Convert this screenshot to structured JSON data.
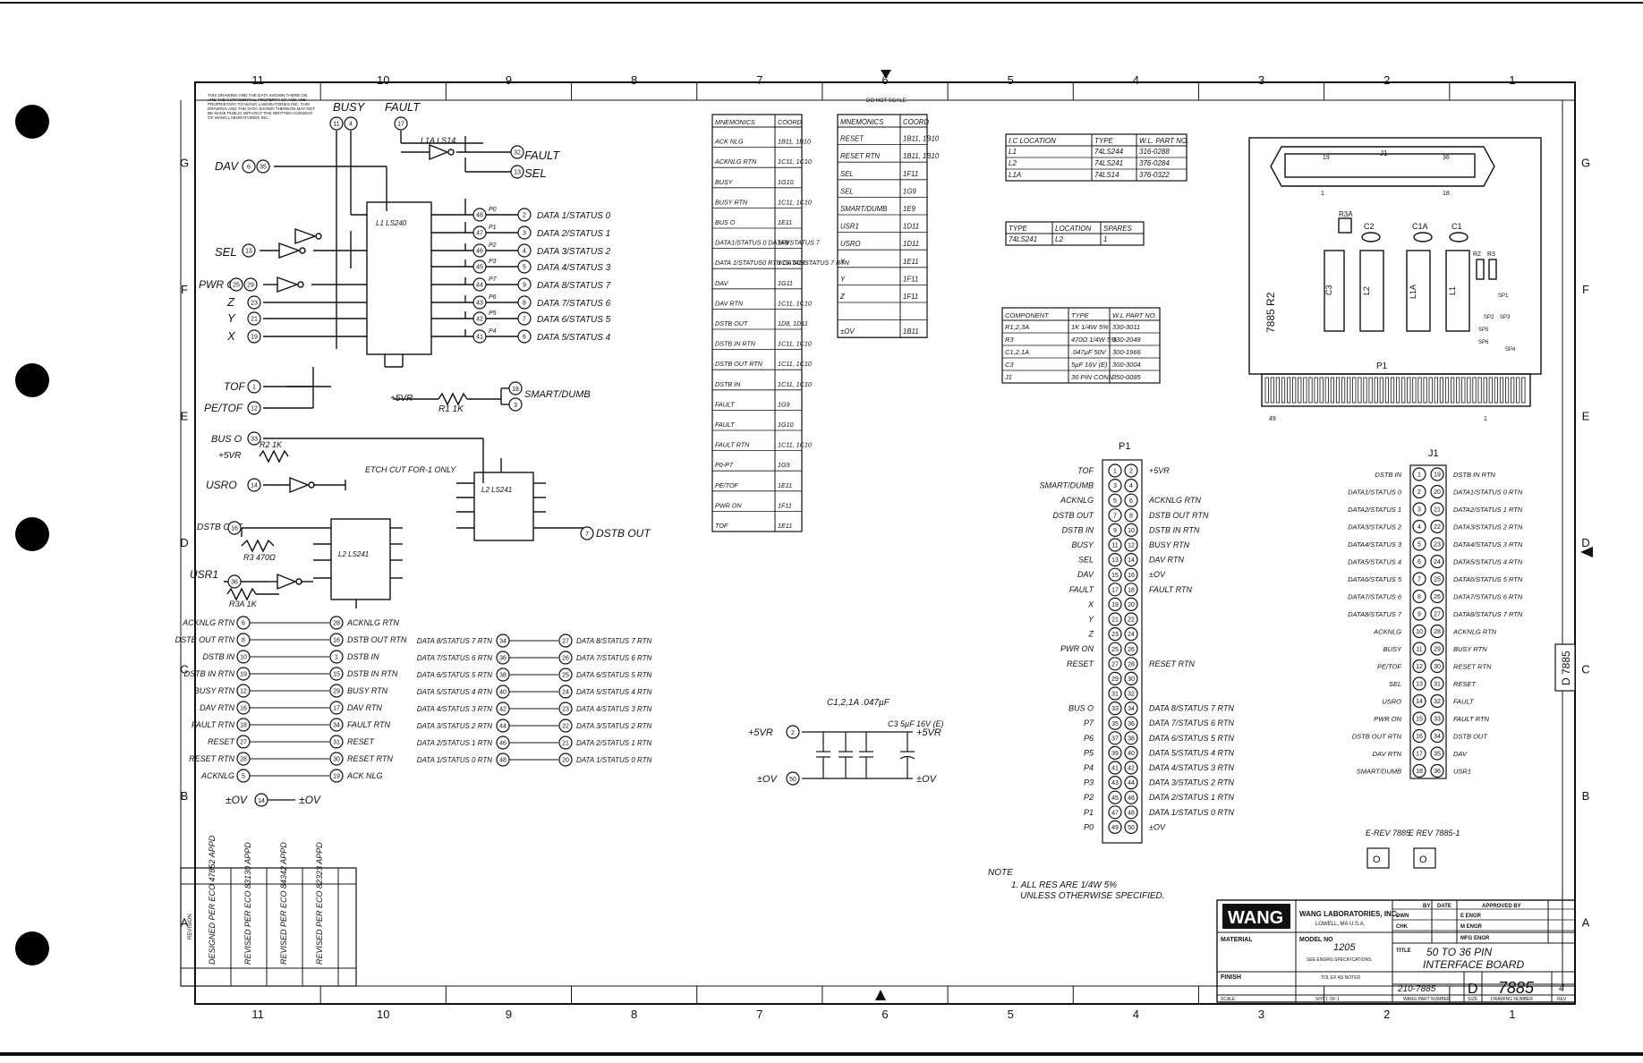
{
  "zone_columns": [
    "11",
    "10",
    "9",
    "8",
    "7",
    "6",
    "5",
    "4",
    "3",
    "2",
    "1"
  ],
  "zone_rows": [
    "G",
    "F",
    "E",
    "D",
    "C",
    "B",
    "A"
  ],
  "top_center_note": "DO NOT SCALE",
  "proprietary_note": "THIS DRAWING AND THE DATA SHOWN THERE ON ARE THE CONFIDENTIAL PROPERTY OF AND ARE PROPRIETARY TO WANG LABORATORIES INC. THIS DRAWING AND THE DATA SHOWN THEREON MAY NOT BE MADE PUBLIC WITHOUT THE WRITTEN CONSENT OF WANG LABORATORIES INC.",
  "schematic": {
    "top_signals": [
      {
        "label": "BUSY",
        "pins": [
          "11",
          "4"
        ]
      },
      {
        "label": "FAULT",
        "pins": [
          "17"
        ]
      }
    ],
    "left_inputs": [
      {
        "label": "DAV",
        "pins": [
          "6",
          "35"
        ]
      },
      {
        "label": "SEL",
        "pins": [
          "13"
        ]
      },
      {
        "label": "PWR ON",
        "pins": [
          "25",
          "29"
        ]
      },
      {
        "label": "Z",
        "pins": [
          "23"
        ]
      },
      {
        "label": "Y",
        "pins": [
          "21"
        ]
      },
      {
        "label": "X",
        "pins": [
          "19"
        ]
      },
      {
        "label": "TOF",
        "pins": [
          "1"
        ]
      },
      {
        "label": "PE/TOF",
        "pins": [
          "12"
        ]
      },
      {
        "label": "BUS O",
        "pins": [
          "33"
        ]
      },
      {
        "label": "USRO",
        "pins": [
          "14"
        ]
      },
      {
        "label": "DSTB OUT",
        "pins": [
          "16"
        ]
      },
      {
        "label": "USR1",
        "pins": [
          "36"
        ]
      }
    ],
    "buffer_outputs": [
      {
        "label": "FAULT",
        "pin": "32"
      },
      {
        "label": "SEL",
        "pin": "13"
      }
    ],
    "ls240_outputs": [
      {
        "label": "DATA 1/STATUS 0",
        "pins": [
          "48",
          "2"
        ]
      },
      {
        "label": "DATA 2/STATUS 1",
        "pins": [
          "47",
          "3"
        ]
      },
      {
        "label": "DATA 3/STATUS 2",
        "pins": [
          "46",
          "4"
        ]
      },
      {
        "label": "DATA 4/STATUS 3",
        "pins": [
          "45",
          "5"
        ]
      },
      {
        "label": "DATA 8/STATUS 7",
        "pins": [
          "44",
          "9"
        ]
      },
      {
        "label": "DATA 7/STATUS 6",
        "pins": [
          "43",
          "8"
        ]
      },
      {
        "label": "DATA 6/STATUS 5",
        "pins": [
          "42",
          "7"
        ]
      },
      {
        "label": "DATA 5/STATUS 4",
        "pins": [
          "41",
          "6"
        ]
      }
    ],
    "ls240_pin_labels": [
      "P0",
      "P1",
      "P2",
      "P3",
      "P7",
      "P6",
      "P5",
      "P4"
    ],
    "smart_dumb": "SMART/DUMB",
    "resistor_r1": "R1 1K",
    "resistor_r2": "R2 1K",
    "resistor_r3": "R3 470Ω",
    "resistor_r3a": "R3A 1K",
    "supply_5v": "+5VR",
    "supply_5vp": "+5VR",
    "etch_note": "ETCH CUT FOR-1 ONLY",
    "chip_l1": "L1 LS240",
    "chip_l2a": "L2 LS241",
    "chip_l2b": "L2 LS241",
    "inverter": "L1A LS14",
    "dstb_out": "DSTB OUT",
    "rtn_left_pairs": [
      {
        "a": "ACKNLG RTN",
        "pa": "6",
        "pb": "28",
        "b": "ACKNLG RTN"
      },
      {
        "a": "DSTB OUT RTN",
        "pa": "8",
        "pb": "16",
        "b": "DSTB OUT RTN"
      },
      {
        "a": "DSTB IN",
        "pa": "10",
        "pb": "1",
        "b": "DSTB IN"
      },
      {
        "a": "DSTB IN RTN",
        "pa": "19",
        "pb": "15",
        "b": "DSTB IN RTN"
      },
      {
        "a": "BUSY RTN",
        "pa": "12",
        "pb": "29",
        "b": "BUSY RTN"
      },
      {
        "a": "DAV RTN",
        "pa": "16",
        "pb": "17",
        "b": "DAV RTN"
      },
      {
        "a": "FAULT RTN",
        "pa": "18",
        "pb": "34",
        "b": "FAULT RTN"
      },
      {
        "a": "RESET",
        "pa": "27",
        "pb": "31",
        "b": "RESET"
      },
      {
        "a": "RESET RTN",
        "pa": "28",
        "pb": "30",
        "b": "RESET RTN"
      },
      {
        "a": "ACKNLG",
        "pa": "5",
        "pb": "19",
        "b": "ACK NLG"
      }
    ],
    "zero_v_label": "±OV",
    "zero_v_pins": [
      "14",
      "±OV"
    ],
    "rtn_mid_pairs": [
      {
        "a": "DATA 8/STATUS 7 RTN",
        "pa": "34",
        "pb": "27",
        "b": "DATA 8/STATUS 7 RTN"
      },
      {
        "a": "DATA 7/STATUS 6 RTN",
        "pa": "36",
        "pb": "26",
        "b": "DATA 7/STATUS 6 RTN"
      },
      {
        "a": "DATA 6/STATUS 5 RTN",
        "pa": "38",
        "pb": "25",
        "b": "DATA 6/STATUS 5 RTN"
      },
      {
        "a": "DATA 5/STATUS 4 RTN",
        "pa": "40",
        "pb": "24",
        "b": "DATA 5/STATUS 4 RTN"
      },
      {
        "a": "DATA 4/STATUS 3 RTN",
        "pa": "42",
        "pb": "23",
        "b": "DATA 4/STATUS 3 RTN"
      },
      {
        "a": "DATA 3/STATUS 2 RTN",
        "pa": "44",
        "pb": "22",
        "b": "DATA 3/STATUS 2 RTN"
      },
      {
        "a": "DATA 2/STATUS 1 RTN",
        "pa": "46",
        "pb": "21",
        "b": "DATA 2/STATUS 1 RTN"
      },
      {
        "a": "DATA 1/STATUS 0 RTN",
        "pa": "48",
        "pb": "20",
        "b": "DATA 1/STATUS 0 RTN"
      }
    ],
    "cap_label": "C1,2,1A .047µF",
    "cap_c3": "C3 5µF 16V (E)",
    "cap_5v": "+5VR",
    "cap_0v": "±OV",
    "cap_5v_right": "+5VR",
    "cap_0v_right": "±OV"
  },
  "mnemonics_table_1": {
    "headers": [
      "MNEMONICS",
      "COORD"
    ],
    "rows": [
      [
        "ACK NLG",
        "1B11, 1B10"
      ],
      [
        "ACKNLG RTN",
        "1C11, 1C10"
      ],
      [
        "BUSY",
        "1G10"
      ],
      [
        "BUSY RTN",
        "1C11, 1C10"
      ],
      [
        "BUS O",
        "1E11"
      ],
      [
        "DATA1/STATUS 0 DATA8/STATUS 7",
        "1F9"
      ],
      [
        "DATA 1/STATUS0 RTN DATA8/STATUS 7 RTN",
        "1C9, 1C8"
      ],
      [
        "DAV",
        "1G11"
      ],
      [
        "DAV RTN",
        "1C11, 1C10"
      ],
      [
        "DSTB OUT",
        "1D8, 1D11"
      ],
      [
        "DSTB IN RTN",
        "1C11, 1C10"
      ],
      [
        "DSTB OUT RTN",
        "1C11, 1C10"
      ],
      [
        "DSTB IN",
        "1C11, 1C10"
      ],
      [
        "FAULT",
        "1G9"
      ],
      [
        "FAULT",
        "1G10"
      ],
      [
        "FAULT RTN",
        "1C11, 1C10"
      ],
      [
        "P0-P7",
        "1G9"
      ],
      [
        "PE/TOF",
        "1E11"
      ],
      [
        "PWR ON",
        "1F11"
      ],
      [
        "TOF",
        "1E11"
      ]
    ]
  },
  "mnemonics_table_2": {
    "headers": [
      "MNEMONICS",
      "COORD"
    ],
    "rows": [
      [
        "RESET",
        "1B11, 1B10"
      ],
      [
        "RESET RTN",
        "1B11, 1B10"
      ],
      [
        "SEL",
        "1F11"
      ],
      [
        "SEL",
        "1G9"
      ],
      [
        "SMART/DUMB",
        "1E9"
      ],
      [
        "USR1",
        "1D11"
      ],
      [
        "USRO",
        "1D11"
      ],
      [
        "X",
        "1E11"
      ],
      [
        "Y",
        "1F11"
      ],
      [
        "Z",
        "1F11"
      ],
      [
        "",
        ""
      ],
      [
        "±OV",
        "1B11"
      ]
    ]
  },
  "ic_table": {
    "headers": [
      "I.C LOCATION",
      "TYPE",
      "W.L. PART NO."
    ],
    "rows": [
      [
        "L1",
        "74LS244",
        "316-0288"
      ],
      [
        "L2",
        "74LS241",
        "376-0284"
      ],
      [
        "L1A",
        "74LS14",
        "376-0322"
      ]
    ]
  },
  "spares_table": {
    "headers": [
      "TYPE",
      "LOCATION",
      "SPARES"
    ],
    "rows": [
      [
        "74LS241",
        "L2",
        "1"
      ]
    ]
  },
  "component_table": {
    "headers": [
      "COMPONENT",
      "TYPE",
      "W.L PART NO."
    ],
    "rows": [
      [
        "R1,2,3A",
        "1K 1/4W 5%",
        "330-3011"
      ],
      [
        "R3",
        "470Ω 1/4W 5%",
        "330-2048"
      ],
      [
        "C1,2,1A",
        ".047µF 50V",
        "300-1966"
      ],
      [
        "C3",
        "5µF 16V (E)",
        "300-3004"
      ],
      [
        "J1",
        "36 PIN CONN",
        "350-0085"
      ]
    ]
  },
  "board": {
    "j1_label": "J1",
    "j1_pin_19": "19",
    "j1_pin_36": "36",
    "j1_pin_1": "1",
    "j1_pin_18": "18",
    "r3a": "R3A",
    "c2": "C2",
    "c1a": "C1A",
    "c1": "C1",
    "c3": "C3",
    "l2": "L2",
    "l1a": "L1A",
    "l1": "L1",
    "r2": "R2",
    "r3": "R3",
    "board_no": "7885 R2",
    "p1_label": "P1",
    "pin_49": "49",
    "pin_1": "1",
    "sp_labels": [
      "SP1",
      "SP2",
      "SP3",
      "SP5",
      "SP6",
      "SP4"
    ]
  },
  "p1_connector": {
    "title": "P1",
    "rows": [
      {
        "l": "TOF",
        "a": "1",
        "b": "2",
        "r": "+5VR"
      },
      {
        "l": "SMART/DUMB",
        "a": "3",
        "b": "4",
        "r": ""
      },
      {
        "l": "ACKNLG",
        "a": "5",
        "b": "6",
        "r": "ACKNLG RTN"
      },
      {
        "l": "DSTB OUT",
        "a": "7",
        "b": "8",
        "r": "DSTB OUT RTN"
      },
      {
        "l": "DSTB IN",
        "a": "9",
        "b": "10",
        "r": "DSTB IN RTN"
      },
      {
        "l": "BUSY",
        "a": "11",
        "b": "12",
        "r": "BUSY RTN"
      },
      {
        "l": "SEL",
        "a": "13",
        "b": "14",
        "r": "DAV RTN"
      },
      {
        "l": "DAV",
        "a": "15",
        "b": "16",
        "r": "±OV"
      },
      {
        "l": "FAULT",
        "a": "17",
        "b": "18",
        "r": "FAULT RTN"
      },
      {
        "l": "X",
        "a": "19",
        "b": "20",
        "r": ""
      },
      {
        "l": "Y",
        "a": "21",
        "b": "22",
        "r": ""
      },
      {
        "l": "Z",
        "a": "23",
        "b": "24",
        "r": ""
      },
      {
        "l": "PWR ON",
        "a": "25",
        "b": "26",
        "r": ""
      },
      {
        "l": "RESET",
        "a": "27",
        "b": "28",
        "r": "RESET RTN"
      },
      {
        "l": "",
        "a": "29",
        "b": "30",
        "r": ""
      },
      {
        "l": "",
        "a": "31",
        "b": "32",
        "r": ""
      },
      {
        "l": "BUS O",
        "a": "33",
        "b": "34",
        "r": "DATA 8/STATUS 7 RTN"
      },
      {
        "l": "P7",
        "a": "35",
        "b": "36",
        "r": "DATA 7/STATUS 6 RTN"
      },
      {
        "l": "P6",
        "a": "37",
        "b": "38",
        "r": "DATA 6/STATUS 5 RTN"
      },
      {
        "l": "P5",
        "a": "39",
        "b": "40",
        "r": "DATA 5/STATUS 4 RTN"
      },
      {
        "l": "P4",
        "a": "41",
        "b": "42",
        "r": "DATA 4/STATUS 3 RTN"
      },
      {
        "l": "P3",
        "a": "43",
        "b": "44",
        "r": "DATA 3/STATUS 2 RTN"
      },
      {
        "l": "P2",
        "a": "45",
        "b": "46",
        "r": "DATA 2/STATUS 1 RTN"
      },
      {
        "l": "P1",
        "a": "47",
        "b": "48",
        "r": "DATA 1/STATUS 0 RTN"
      },
      {
        "l": "P0",
        "a": "49",
        "b": "50",
        "r": "±OV"
      }
    ]
  },
  "j1_connector": {
    "title": "J1",
    "rows": [
      {
        "l": "DSTB IN",
        "a": "1",
        "b": "19",
        "r": "DSTB IN RTN"
      },
      {
        "l": "DATA1/STATUS 0",
        "a": "2",
        "b": "20",
        "r": "DATA1/STATUS 0 RTN"
      },
      {
        "l": "DATA2/STATUS 1",
        "a": "3",
        "b": "21",
        "r": "DATA2/STATUS 1 RTN"
      },
      {
        "l": "DATA3/STATUS 2",
        "a": "4",
        "b": "22",
        "r": "DATA3/STATUS 2 RTN"
      },
      {
        "l": "DATA4/STATUS 3",
        "a": "5",
        "b": "23",
        "r": "DATA4/STATUS 3 RTN"
      },
      {
        "l": "DATA5/STATUS 4",
        "a": "6",
        "b": "24",
        "r": "DATA5/STATUS 4 RTN"
      },
      {
        "l": "DATA6/STATUS 5",
        "a": "7",
        "b": "25",
        "r": "DATA6/STATUS 5 RTN"
      },
      {
        "l": "DATA7/STATUS 6",
        "a": "8",
        "b": "26",
        "r": "DATA7/STATUS 6 RTN"
      },
      {
        "l": "DATA8/STATUS 7",
        "a": "9",
        "b": "27",
        "r": "DATA8/STATUS 7 RTN"
      },
      {
        "l": "ACKNLG",
        "a": "10",
        "b": "28",
        "r": "ACKNLG RTN"
      },
      {
        "l": "BUSY",
        "a": "11",
        "b": "29",
        "r": "BUSY RTN"
      },
      {
        "l": "PE/TOF",
        "a": "12",
        "b": "30",
        "r": "RESET RTN"
      },
      {
        "l": "SEL",
        "a": "13",
        "b": "31",
        "r": "RESET"
      },
      {
        "l": "USRO",
        "a": "14",
        "b": "32",
        "r": "FAULT"
      },
      {
        "l": "PWR ON",
        "a": "15",
        "b": "33",
        "r": "FAULT RTN"
      },
      {
        "l": "DSTB OUT RTN",
        "a": "16",
        "b": "34",
        "r": "DSTB OUT"
      },
      {
        "l": "DAV RTN",
        "a": "17",
        "b": "35",
        "r": "DAV"
      },
      {
        "l": "SMART/DUMB",
        "a": "18",
        "b": "36",
        "r": "USR1"
      }
    ]
  },
  "rev_boxes": [
    {
      "label": "E-REV 7885",
      "mark": "O"
    },
    {
      "label": "E REV 7885-1",
      "mark": "O"
    }
  ],
  "side_label": "D 7885",
  "note": {
    "heading": "NOTE",
    "line1": "1. ALL RES ARE 1/4W 5%",
    "line2": "UNLESS OTHERWISE SPECIFIED."
  },
  "revision_block": {
    "label": "REVISION",
    "entries": [
      "DESIGNED PER ECO 47852 APPD",
      "REVISED PER ECO 83130 APPD",
      "REVISED PER ECO 84342 APPD",
      "REVISED PER ECO 82323 APPD"
    ]
  },
  "title_block": {
    "logo": "WANG",
    "company": "WANG LABORATORIES, INC.",
    "city": "LOWELL, MA U.S.A.",
    "material": "MATERIAL",
    "finish": "FINISH",
    "model_no_label": "MODEL NO",
    "model_no": "1205",
    "spec_label": "SEE ENGRG SPECIFICATIONS",
    "title_label": "TITLE",
    "title_line1": "50 TO 36 PIN",
    "title_line2": "INTERFACE BOARD",
    "part_number": "210-7885",
    "size": "D",
    "drawing_number": "7885",
    "rev": "4",
    "by_label": "BY",
    "date_label": "DATE",
    "approved_label": "APPROVED BY",
    "dwn_label": "DWN",
    "chk_label": "CHK",
    "engr_label": "E ENGR",
    "m_engr_label": "M ENGR",
    "mfg_engr_label": "MFG ENGR",
    "tol_label": "TOL EX AS NOTED",
    "scale_label": "SCALE",
    "sht_label": "SHT 1 OF 1",
    "wang_part_label": "WANG PART NUMBER",
    "size_label": "SIZE",
    "drawing_label": "DRAWING NUMBER",
    "rev_label": "REV"
  }
}
